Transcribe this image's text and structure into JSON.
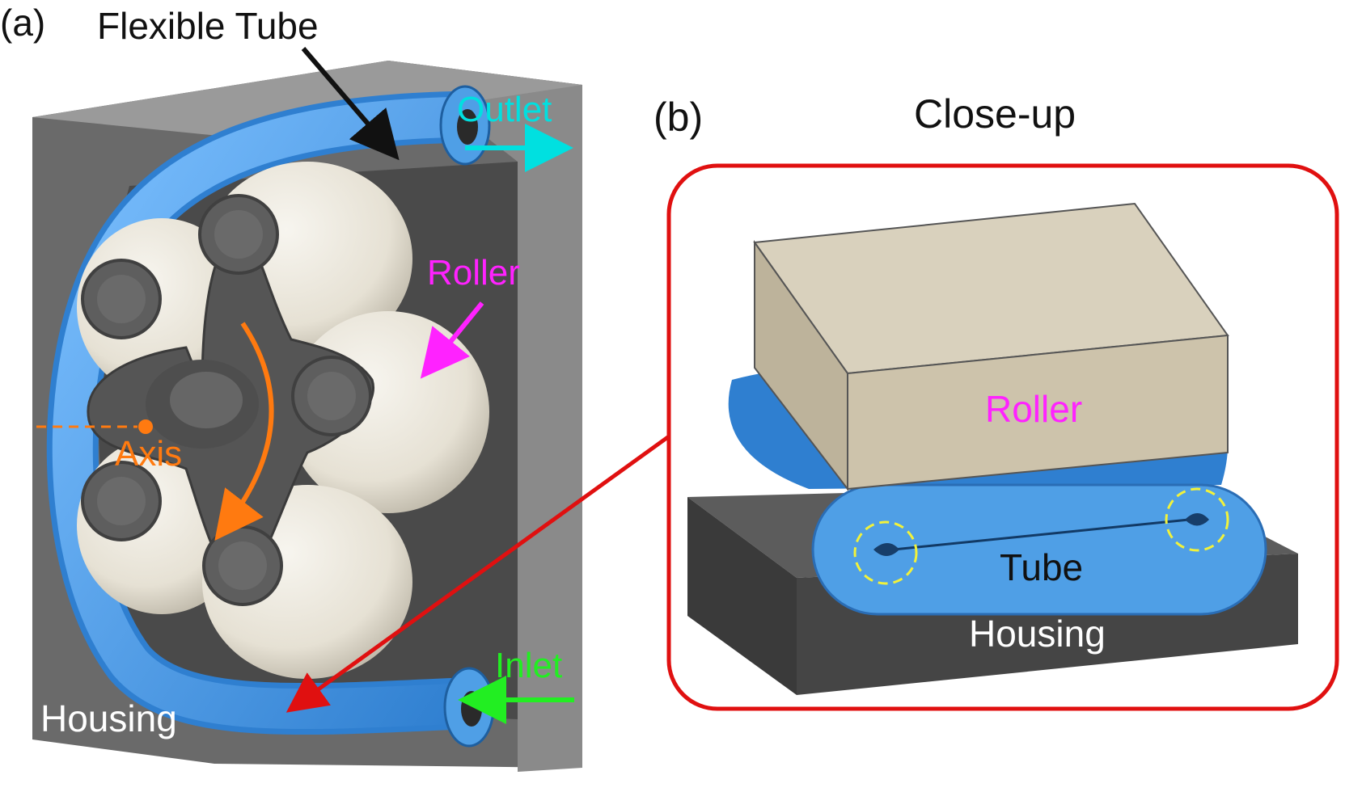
{
  "panel_a": {
    "letter": "(a)",
    "flexible_tube": "Flexible Tube",
    "outlet": "Outlet",
    "roller": "Roller",
    "axis": "Axis",
    "inlet": "Inlet",
    "housing": "Housing"
  },
  "panel_b": {
    "letter": "(b)",
    "title": "Close-up",
    "roller": "Roller",
    "tube": "Tube",
    "housing": "Housing"
  },
  "colors": {
    "tube_blue": "#4f9fe6",
    "housing_gray": "#6f6f6f",
    "housing_dark": "#3e3e3e",
    "roller_white": "#ece8de",
    "rotor_gray": "#5a5a5a",
    "roller_block": "#cdc3ab",
    "outlet_label": "#00e0e0",
    "roller_label": "#ff22ff",
    "axis_label": "#ff7a10",
    "inlet_label": "#22ee22",
    "closeup_frame": "#e01010",
    "gap_circle": "#f2f23a"
  }
}
